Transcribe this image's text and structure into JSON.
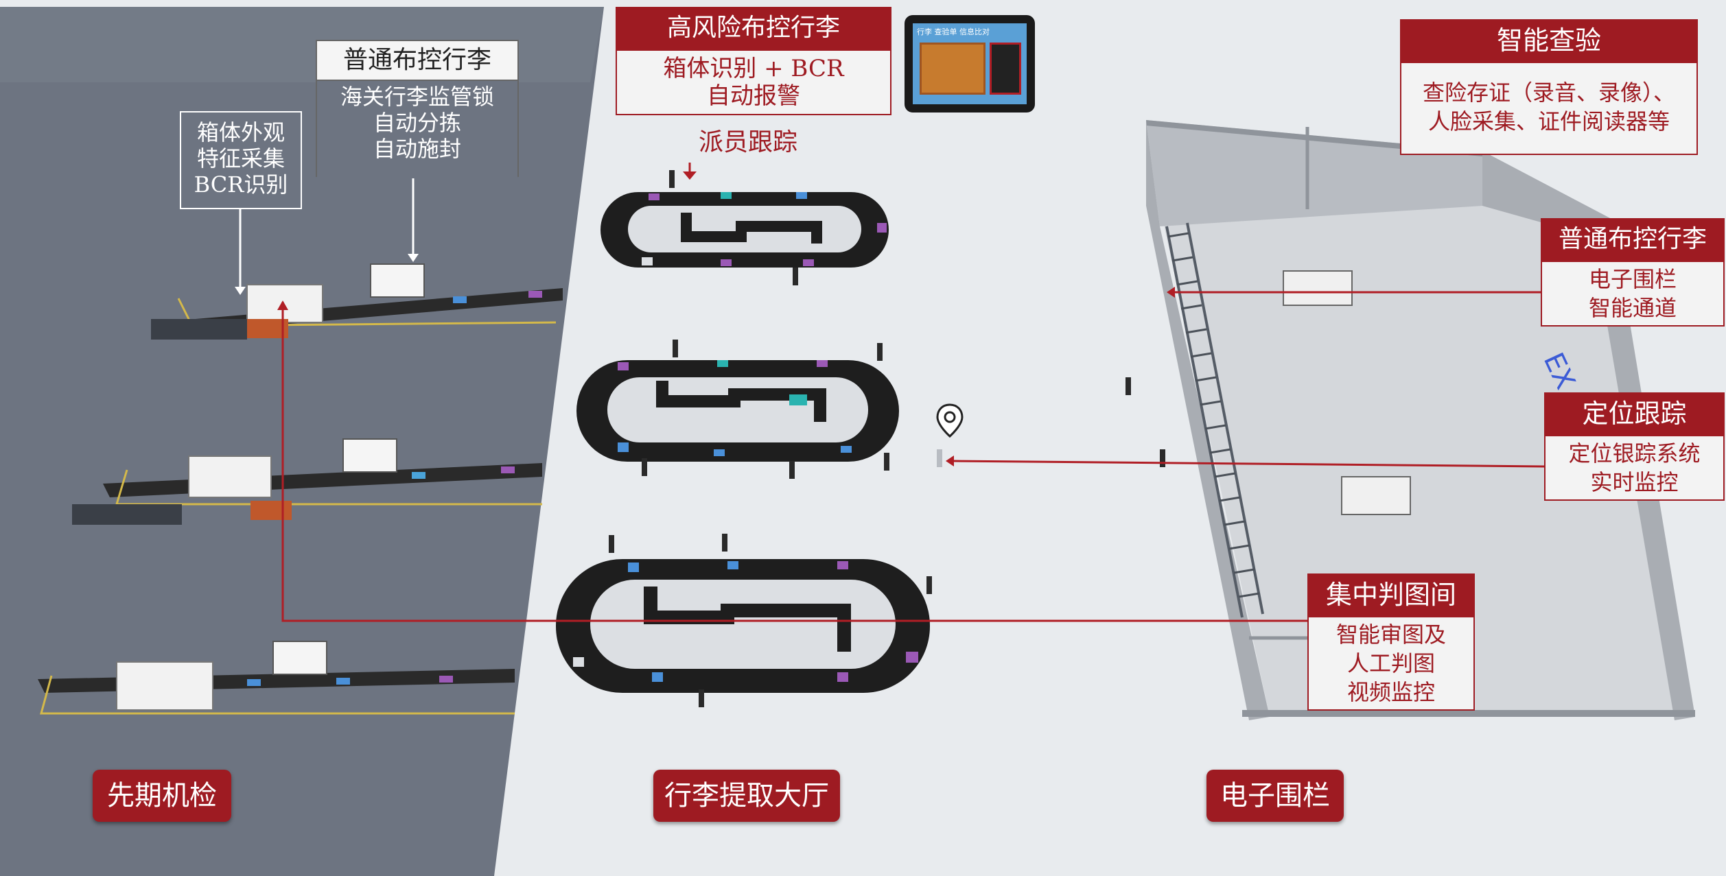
{
  "callouts": {
    "high_risk": {
      "title": "高风险布控行李",
      "lines": "箱体识别 + BCR\n自动报警"
    },
    "dispatch": "派员跟踪",
    "normal_left": {
      "title": "普通布控行李",
      "lines": "海关行李监管锁\n自动分拣\n自动施封"
    },
    "appearance": {
      "lines": "箱体外观\n特征采集\nBCR识别"
    },
    "smart_inspect": {
      "title": "智能查验",
      "lines": "查险存证（录音、录像）、\n人脸采集、证件阅读器等"
    },
    "normal_right": {
      "title": "普通布控行李",
      "lines": "电子围栏\n智能通道"
    },
    "positioning": {
      "title": "定位跟踪",
      "lines": "定位银踪系统\n实时监控"
    },
    "central_review": {
      "title": "集中判图间",
      "lines": "智能审图及\n人工判图\n视频监控"
    }
  },
  "zones": {
    "pre_check": "先期机检",
    "baggage_hall": "行李提取大厅",
    "e_fence": "电子围栏"
  },
  "scene": {
    "exit_sign": "EX",
    "tablet_caption": "行李  查验单  信息比对"
  },
  "colors": {
    "accent_red": "#9e1b22",
    "left_floor": "#6d7481",
    "hall_floor": "#e8ebee",
    "belt": "#1e1e1e",
    "wall": "#b8bcc2"
  },
  "icons": [
    "location-pin-icon",
    "tablet-icon"
  ]
}
